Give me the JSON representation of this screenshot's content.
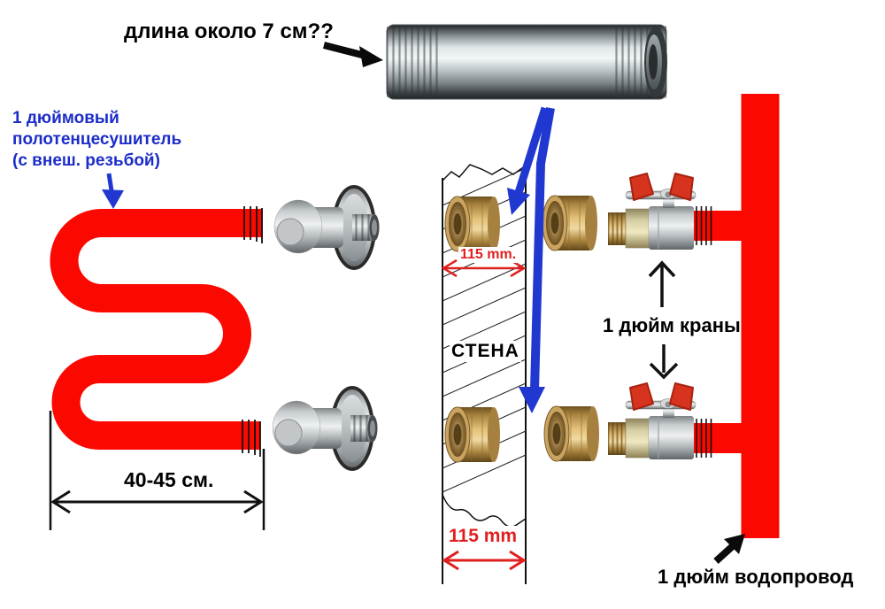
{
  "annotations": {
    "nipple_length": "длина  около 7 см??",
    "towel_warmer": "1 дюймовый\nполотенцесушитель\n(с внеш. резьбой)",
    "wall": "СТЕНА",
    "wall_depth_top": "115 mm.",
    "wall_depth_bottom": "115 mm",
    "warmer_width": "40-45 см.",
    "valves": "1 дюйм краны",
    "water_supply": "1 дюйм водопровод"
  },
  "colors": {
    "pipe_red": "#fb0800",
    "dimension_red": "#e01f1f",
    "arrow_blue": "#2138d0",
    "label_blue": "#1b2cc8",
    "line_black": "#111111",
    "brass": "#c9a35f",
    "chrome": "#c9ced0"
  },
  "parts": {
    "nipple": "pipe-nipple",
    "towel_warmer": "towel-warmer-serpentine",
    "wall_fitting": "chrome-wall-fitting",
    "coupling": "brass-coupling",
    "valve": "ball-valve-butterfly-handle",
    "supply_pipe": "water-supply-pipe",
    "wall": "wall-cross-section"
  }
}
